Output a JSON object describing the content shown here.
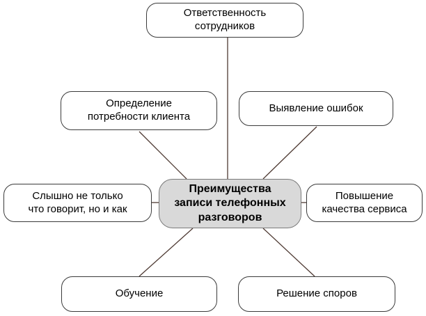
{
  "diagram": {
    "title": "Преимущества записи телефонных разговоров",
    "center": {
      "label": "Преимущества\nзаписи телефонных\nразговоров"
    },
    "nodes": {
      "top": {
        "label": "Ответственность\nсотрудников"
      },
      "upper_left": {
        "label": "Определение\nпотребности клиента"
      },
      "upper_right": {
        "label": "Выявление ошибок"
      },
      "left": {
        "label": "Слышно не только\nчто говорит, но и как"
      },
      "right": {
        "label": "Повышение\nкачества сервиса"
      },
      "bottom_left": {
        "label": "Обучение"
      },
      "bottom_right": {
        "label": "Решение споров"
      }
    },
    "colors": {
      "center_fill": "#d9d9d9",
      "node_fill": "#ffffff",
      "node_border": "#3a3a3a",
      "center_border": "#7a7a7a",
      "connector_line": "#4e3a33",
      "text": "#000000"
    }
  }
}
